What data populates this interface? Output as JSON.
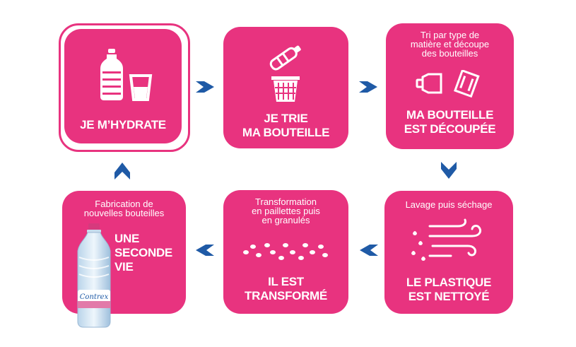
{
  "colors": {
    "card": "#e8337f",
    "arrow": "#1f5aa6",
    "text": "#ffffff"
  },
  "steps": [
    {
      "caption": "",
      "title_lines": [
        "JE M’HYDRATE"
      ],
      "icon": "bottle-and-glass-icon"
    },
    {
      "caption": "",
      "title_lines": [
        "JE TRIE",
        "MA BOUTEILLE"
      ],
      "icon": "bottle-into-trash-bin-icon"
    },
    {
      "caption_lines": [
        "Tri par type de",
        "matière et découpe",
        "des bouteilles"
      ],
      "title_lines": [
        "MA BOUTEILLE",
        "EST DÉCOUPÉE"
      ],
      "icon": "cut-bottle-pieces-icon"
    },
    {
      "caption_lines": [
        "Lavage puis séchage"
      ],
      "title_lines": [
        "LE PLASTIQUE",
        "EST NETTOYÉ"
      ],
      "icon": "wind-and-water-drops-icon"
    },
    {
      "caption_lines": [
        "Transformation",
        "en paillettes puis",
        "en granulés"
      ],
      "title_lines": [
        "IL EST",
        "TRANSFORMÉ"
      ],
      "icon": "plastic-granules-icon"
    },
    {
      "caption_lines": [
        "Fabrication de",
        "nouvelles bouteilles"
      ],
      "title_lines": [
        "UNE",
        "SECONDE",
        "VIE"
      ],
      "icon": "contrex-bottle-image"
    }
  ],
  "bottle_label": "Contrex"
}
